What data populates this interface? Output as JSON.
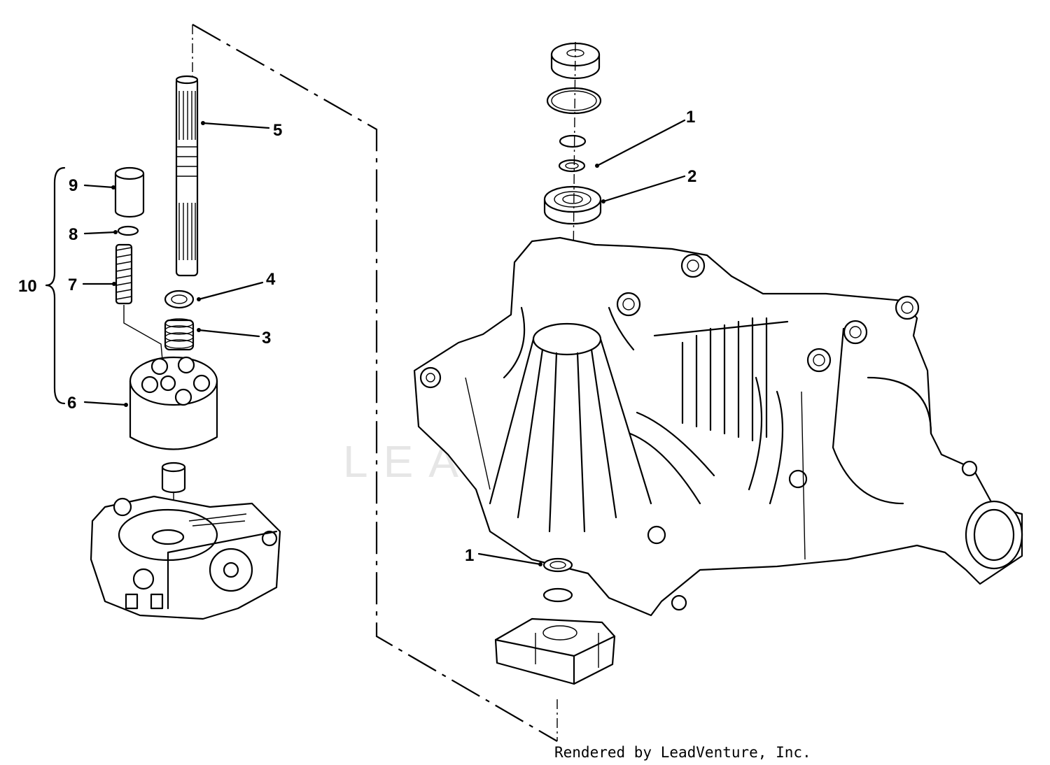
{
  "callouts": {
    "c1_upper": "1",
    "c1_lower": "1",
    "c2": "2",
    "c3": "3",
    "c4": "4",
    "c5": "5",
    "c6": "6",
    "c7": "7",
    "c8": "8",
    "c9": "9",
    "c10": "10"
  },
  "watermark": "LEADVENTURE",
  "credit": "Rendered by LeadVenture, Inc."
}
